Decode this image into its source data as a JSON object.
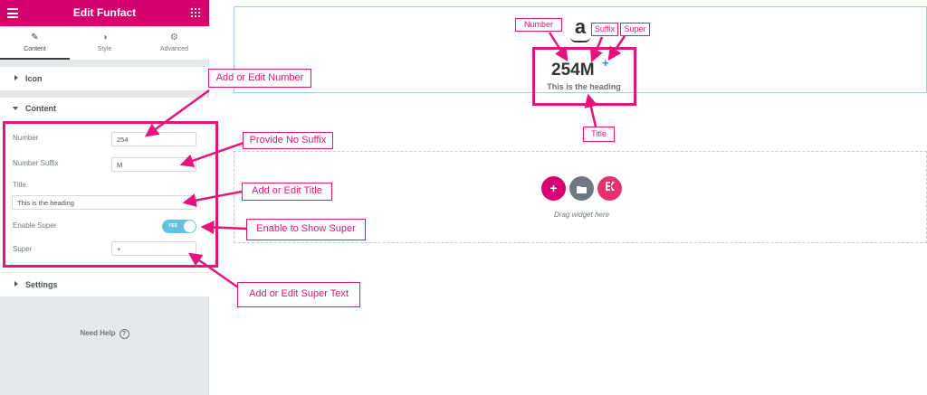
{
  "panel": {
    "title": "Edit Funfact",
    "tabs": [
      {
        "label": "Content",
        "icon": "pencil-icon"
      },
      {
        "label": "Style",
        "icon": "half-circle-icon"
      },
      {
        "label": "Advanced",
        "icon": "gear-icon"
      }
    ],
    "sections": {
      "icon": "Icon",
      "content": "Content",
      "settings": "Settings"
    },
    "controls": {
      "number_label": "Number",
      "number_value": "254",
      "suffix_label": "Number Suffix",
      "suffix_value": "M",
      "title_label": "Title",
      "title_value": "This is the heading",
      "enable_super_label": "Enable Super",
      "toggle_text": "YES",
      "super_label": "Super",
      "super_value": "+"
    },
    "need_help": "Need Help"
  },
  "canvas": {
    "funfact": {
      "number": "254M",
      "super": "+",
      "title": "This is the heading"
    },
    "drop_zone": {
      "add_icon": "+",
      "hint": "Drag widget here"
    }
  },
  "annotations": {
    "add_or_edit_number": "Add or Edit Number",
    "provide_no_suffix": "Provide No Suffix",
    "add_or_edit_title": "Add or Edit Title",
    "enable_to_show_super": "Enable to Show Super",
    "add_or_edit_super_text": "Add or Edit Super Text",
    "number": "Number",
    "suffix": "Suffix",
    "super": "Super",
    "title": "Title"
  },
  "colors": {
    "brand": "#d5006d",
    "annotation": "#e5147c",
    "toggle_on": "#62c2e0",
    "super_blue": "#3b7fd6",
    "folder_gray": "#6d7882",
    "ek_pink": "#e8326f"
  }
}
